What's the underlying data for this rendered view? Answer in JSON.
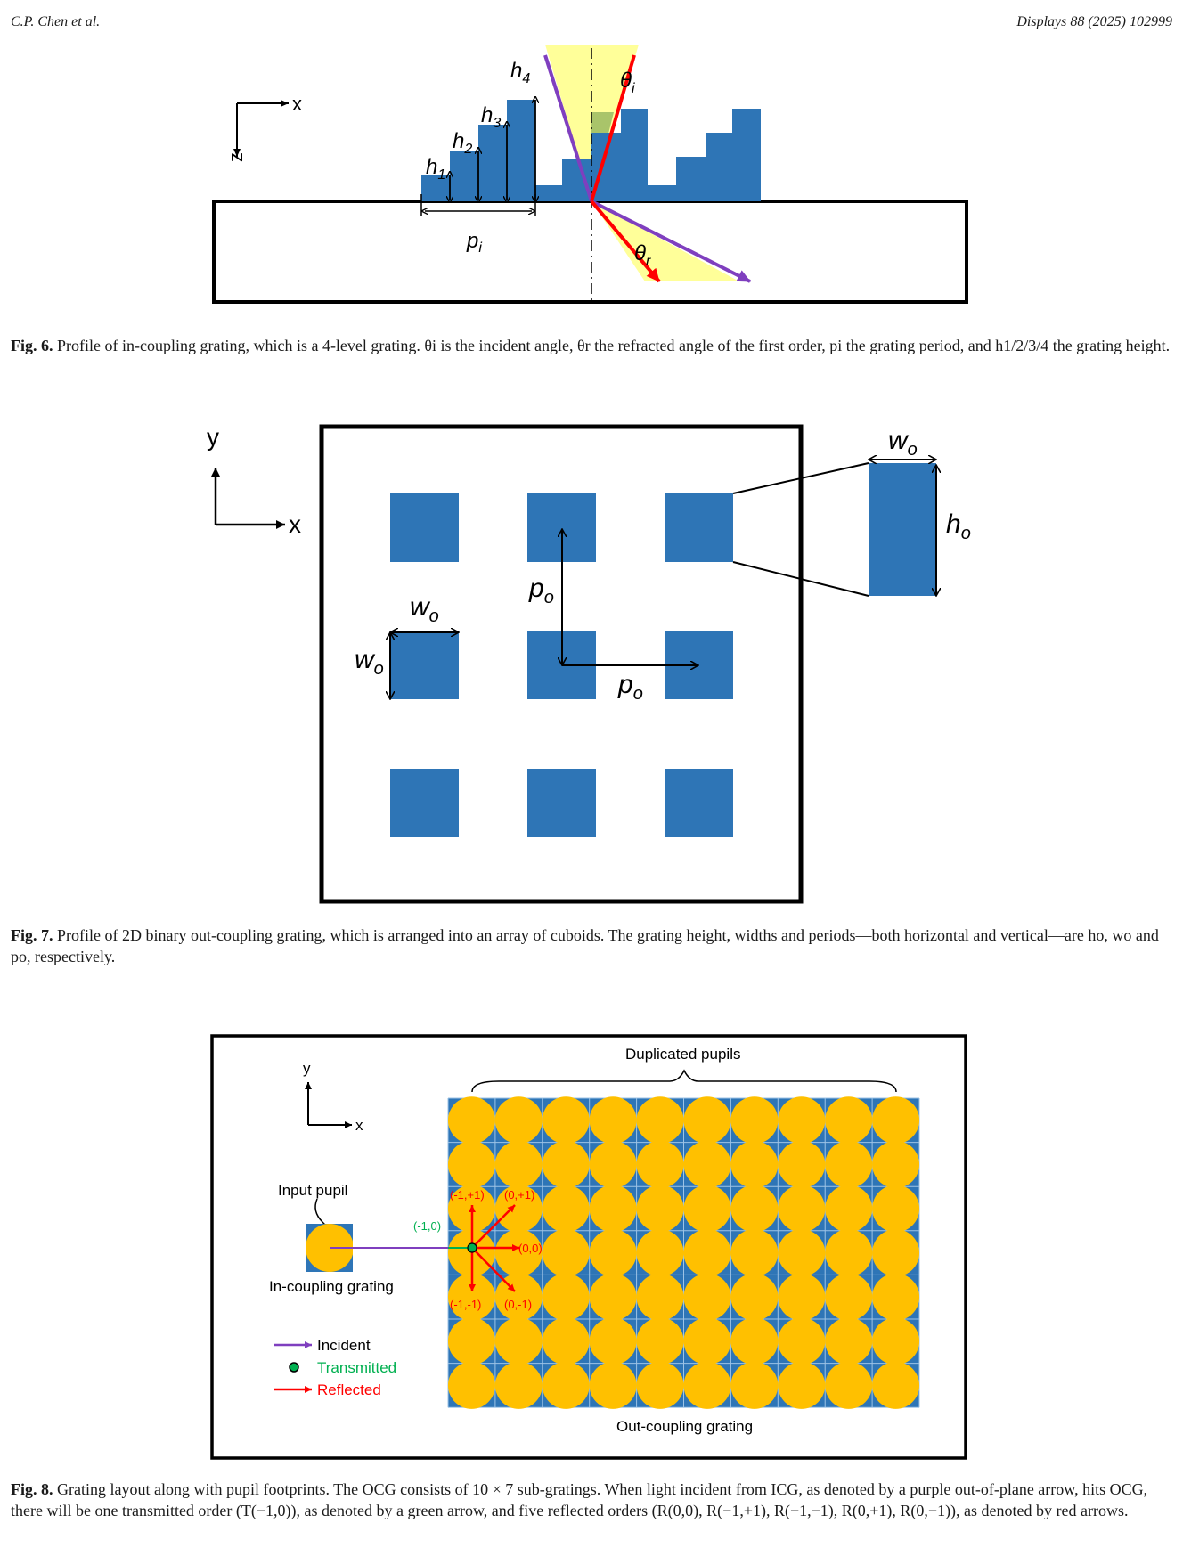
{
  "header": {
    "left": "C.P. Chen et al.",
    "right": "Displays 88 (2025) 102999"
  },
  "fig6": {
    "axis_x": "x",
    "axis_z": "z",
    "h1": "h",
    "h1_sub": "1",
    "h2": "h",
    "h2_sub": "2",
    "h3": "h",
    "h3_sub": "3",
    "h4": "h",
    "h4_sub": "4",
    "p": "p",
    "p_sub": "i",
    "theta_i": "θ",
    "theta_i_sub": "i",
    "theta_r": "θ",
    "theta_r_sub": "r",
    "caption_label": "Fig. 6.",
    "caption_text": "Profile of in-coupling grating, which is a 4-level grating. θi is the incident angle, θr the refracted angle of the first order, pi the grating period, and h1/2/3/4 the grating height."
  },
  "fig7": {
    "axis_x": "x",
    "axis_y": "y",
    "w": "w",
    "w_sub": "o",
    "h": "h",
    "h_sub": "o",
    "p": "p",
    "p_sub": "o",
    "caption_label": "Fig. 7.",
    "caption_text": "Profile of 2D binary out-coupling grating, which is arranged into an array of cuboids. The grating height, widths and periods—both horizontal and vertical—are ho, wo and po, respectively."
  },
  "fig8": {
    "axis_x": "x",
    "axis_y": "y",
    "input_pupil": "Input pupil",
    "icg_label": "In-coupling grating",
    "ocg_label": "Out-coupling grating",
    "duplicated_label": "Duplicated pupils",
    "order_transmitted": "(-1,0)",
    "order_m1p1": "(-1,+1)",
    "order_0p1": "(0,+1)",
    "order_00": "(0,0)",
    "order_m1m1": "(-1,-1)",
    "order_0m1": "(0,-1)",
    "legend": {
      "incident": "Incident",
      "transmitted": "Transmitted",
      "reflected": "Reflected"
    },
    "caption_label": "Fig. 8.",
    "caption_text": "Grating layout along with pupil footprints. The OCG consists of 10 × 7 sub-gratings. When light incident from ICG, as denoted by a purple out-of-plane arrow, hits OCG, there will be one transmitted order (T(−1,0)), as denoted by a green arrow, and five reflected orders (R(0,0), R(−1,+1), R(−1,−1), R(0,+1), R(0,−1)), as denoted by red arrows."
  },
  "colors": {
    "grating_blue": "#2e75b6",
    "pupil_yellow": "#ffc000",
    "light_yellow": "#ffff99",
    "incident_purple": "#7f3fbf",
    "reflected_red": "#ff0000",
    "transmitted_green": "#00b050"
  }
}
